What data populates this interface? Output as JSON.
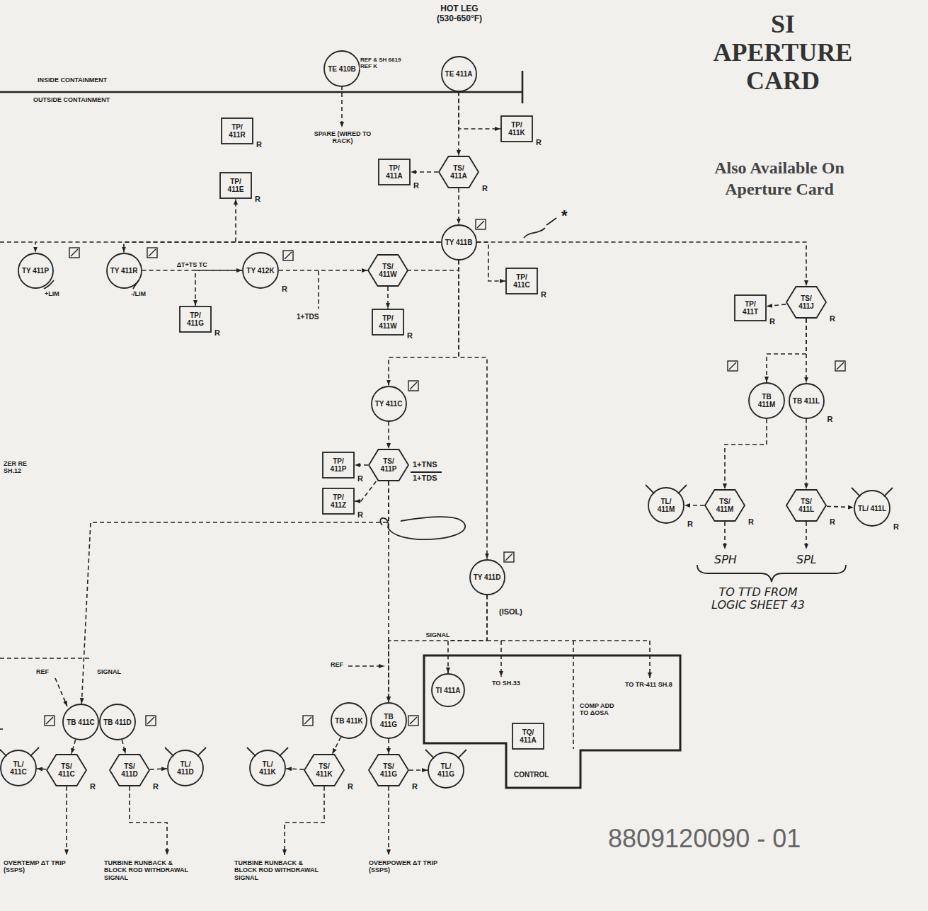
{
  "diagram": {
    "nodes": [
      {
        "text": [
          "TE 410B"
        ]
      },
      {
        "text": [
          "TE 411A"
        ]
      },
      {
        "text": [
          "TP/ 411R",
          "R"
        ]
      },
      {
        "text": [
          "TP/ 411K",
          "R"
        ]
      },
      {
        "text": [
          "TP/ 411A",
          "R"
        ]
      },
      {
        "text": [
          "TS/ 411A",
          "R"
        ]
      },
      {
        "text": [
          "TP/ 411E",
          "R"
        ]
      },
      {
        "text": [
          "TY 411B"
        ]
      },
      {
        "text": [
          "TY 411P"
        ]
      },
      {
        "text": [
          "TY 411R"
        ]
      },
      {
        "text": [
          "TY 412K",
          "R"
        ]
      },
      {
        "text": [
          "TS/ 411W"
        ]
      },
      {
        "text": [
          "TP/ 411C",
          "R"
        ]
      },
      {
        "text": [
          "TP/ 411G",
          "R"
        ]
      },
      {
        "text": [
          "TP/ 411W",
          "R"
        ]
      },
      {
        "text": [
          "TS/ 411J",
          "R"
        ]
      },
      {
        "text": [
          "TP/ 411T",
          "R"
        ]
      },
      {
        "text": [
          "TB 411M"
        ]
      },
      {
        "text": [
          "TB 411L",
          "R"
        ]
      },
      {
        "text": [
          "TS/ 411M",
          "R"
        ]
      },
      {
        "text": [
          "TS/ 411L",
          "R"
        ]
      },
      {
        "text": [
          "TL/ 411M",
          "R"
        ]
      },
      {
        "text": [
          "TL/ 411L",
          "R"
        ]
      },
      {
        "text": [
          "TY 411C"
        ]
      },
      {
        "text": [
          "TP/ 411P",
          "R"
        ]
      },
      {
        "text": [
          "TS/ 411P"
        ]
      },
      {
        "text": [
          "TP/ 411Z",
          "R"
        ]
      },
      {
        "text": [
          "TY 411D"
        ]
      },
      {
        "text": [
          "CONTROL"
        ]
      },
      {
        "text": [
          "TI 411A"
        ],
        "in": 28
      },
      {
        "text": [
          "TQ/ 411A"
        ],
        "in": 28
      },
      {
        "text": [
          "TB 411C"
        ]
      },
      {
        "text": [
          "TB 411D"
        ]
      },
      {
        "text": [
          "TB 411K"
        ]
      },
      {
        "text": [
          "TB 411G"
        ]
      },
      {
        "text": [
          "TL/ 411C"
        ]
      },
      {
        "text": [
          "TS/ 411C",
          "R"
        ]
      },
      {
        "text": [
          "TS/ 411D",
          "R"
        ]
      },
      {
        "text": [
          "TL/ 411D"
        ]
      },
      {
        "text": [
          "TL/ 411K"
        ]
      },
      {
        "text": [
          "TS/ 411K",
          "R"
        ]
      },
      {
        "text": [
          "TS/ 411G",
          "R"
        ]
      },
      {
        "text": [
          "TL/ 411G"
        ]
      }
    ],
    "edges": [
      {
        "from": 1,
        "to": 3,
        "arrow": "to"
      },
      {
        "from": 1,
        "to": 5,
        "arrow": "to"
      },
      {
        "from": 5,
        "to": 4,
        "arrow": "to"
      },
      {
        "from": 5,
        "to": 7,
        "arrow": "to"
      },
      {
        "from": 7,
        "to": 8,
        "arrow": "to"
      },
      {
        "from": 7,
        "to": 9,
        "arrow": "to"
      },
      {
        "from": 7,
        "to": 6,
        "arrow": "to"
      },
      {
        "from": 7,
        "to": 15,
        "arrow": "to"
      },
      {
        "from": 7,
        "to": 12,
        "arrow": "to"
      },
      {
        "from": 9,
        "to": 10,
        "arrow": "to",
        "label": "ΔT+TS TC"
      },
      {
        "from": 10,
        "to": 13,
        "arrow": "to"
      },
      {
        "from": 10,
        "to": 11,
        "arrow": "to"
      },
      {
        "from": 11,
        "to": 14,
        "arrow": "to"
      },
      {
        "from": 7,
        "to": 23,
        "arrow": "to"
      },
      {
        "from": 7,
        "to": 27,
        "arrow": "to"
      },
      {
        "from": 15,
        "to": 16,
        "arrow": "to"
      },
      {
        "from": 15,
        "to": 17,
        "arrow": "to"
      },
      {
        "from": 17,
        "to": 19,
        "arrow": "to"
      },
      {
        "from": 15,
        "to": 18,
        "arrow": "to"
      },
      {
        "from": 18,
        "to": 20,
        "arrow": "to"
      },
      {
        "from": 19,
        "to": 21,
        "arrow": "to"
      },
      {
        "from": 20,
        "to": 22,
        "arrow": "to"
      },
      {
        "from": 23,
        "to": 25,
        "arrow": "to"
      },
      {
        "from": 25,
        "to": 24,
        "arrow": "to"
      },
      {
        "from": 25,
        "to": 26,
        "arrow": "to"
      },
      {
        "from": 25,
        "to": 31,
        "arrow": "to"
      },
      {
        "from": 25,
        "to": 34,
        "arrow": "to"
      },
      {
        "from": 27,
        "to": 34,
        "arrow": "to",
        "label": "SIGNAL"
      },
      {
        "from": 27,
        "to": 29,
        "arrow": "to"
      },
      {
        "from": 31,
        "to": 36,
        "arrow": "to"
      },
      {
        "from": 32,
        "to": 37,
        "arrow": "to"
      },
      {
        "from": 33,
        "to": 40,
        "arrow": "to"
      },
      {
        "from": 34,
        "to": 41,
        "arrow": "to"
      },
      {
        "from": 36,
        "to": 35,
        "arrow": "to"
      },
      {
        "from": 37,
        "to": 38,
        "arrow": "to"
      },
      {
        "from": 40,
        "to": 39,
        "arrow": "to"
      },
      {
        "from": 41,
        "to": 42,
        "arrow": "to"
      }
    ],
    "labels": [
      "HOT LEG (530-650°F)",
      "INSIDE CONTAINMENT",
      "OUTSIDE CONTAINMENT",
      "REF & SH 6619 REF K",
      "SPARE (WIRED TO RACK)",
      "SI APERTURE CARD",
      "Also Available On Aperture Card",
      "+LIM",
      "-/LIM",
      "1+TDS",
      "1+TNS",
      "1+TDS",
      "*",
      "(ISOL)",
      "SPH",
      "SPL",
      "TO TTD FROM LOGIC SHEET 43",
      "ZER RE SH.12",
      "REF",
      "SIGNAL",
      "REF",
      "TO SH.33",
      "COMP ADD TO ΔOSA",
      "TO TR-411 SH.8",
      "OVERTEMP ΔT TRIP (SSPS)",
      "TURBINE RUNBACK & BLOCK ROD WITHDRAWAL SIGNAL",
      "TURBINE RUNBACK & BLOCK ROD WITHDRAWAL SIGNAL",
      "OVERPOWER ΔT TRIP (SSPS)",
      "8809120090 - 01"
    ]
  }
}
